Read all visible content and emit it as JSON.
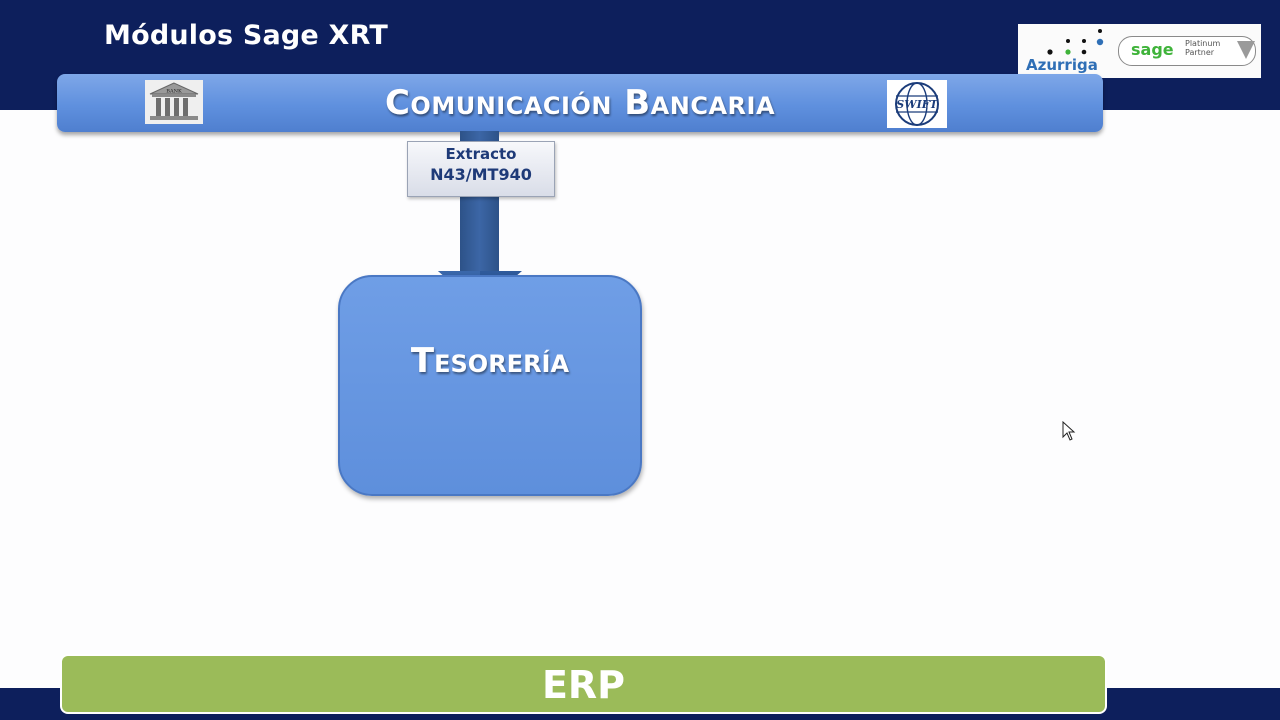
{
  "header": {
    "title": "Módulos Sage XRT",
    "logo": {
      "company": "Azurriga",
      "partner_brand": "sage",
      "partner_tier_line1": "Platinum",
      "partner_tier_line2": "Partner"
    }
  },
  "banner": {
    "title": "Comunicación Bancaria",
    "bank_icon_text": "BANK",
    "swift_icon_text": "SWIFT"
  },
  "flow": {
    "label_line1": "Extracto",
    "label_line2": "N43/MT940"
  },
  "module": {
    "title": "Tesorería"
  },
  "footer": {
    "title": "ERP"
  },
  "colors": {
    "frame": "#0d1f5c",
    "module_blue": "#6b9ae4",
    "arrow_blue": "#3c66a6",
    "erp_green": "#9bbb59"
  }
}
